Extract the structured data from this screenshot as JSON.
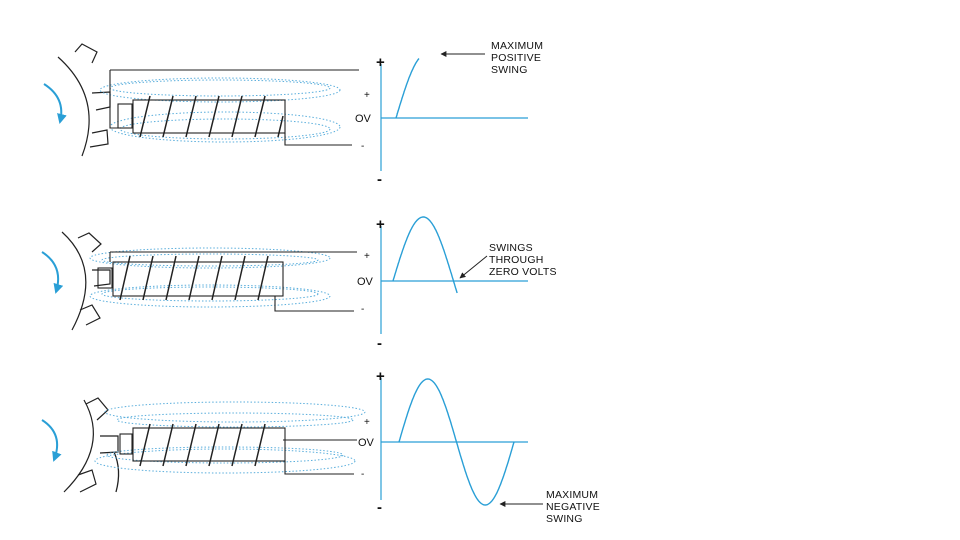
{
  "colors": {
    "wave": "#2a9fd6",
    "field": "#5aaedc",
    "ink": "#222222",
    "arrow": "#2a9fd6"
  },
  "panels": [
    {
      "id": "panel-1",
      "axis": {
        "plus": "+",
        "minus": "-",
        "small_plus": "+",
        "small_minus": "-",
        "zero": "OV"
      },
      "wave_end_fraction": 0.19,
      "annotation": [
        "MAXIMUM",
        "POSITIVE",
        "SWING"
      ]
    },
    {
      "id": "panel-2",
      "axis": {
        "plus": "+",
        "minus": "-",
        "small_plus": "+",
        "small_minus": "-",
        "zero": "OV"
      },
      "wave_end_fraction": 0.53,
      "annotation": [
        "SWINGS",
        "THROUGH",
        "ZERO VOLTS"
      ]
    },
    {
      "id": "panel-3",
      "axis": {
        "plus": "+",
        "minus": "-",
        "small_plus": "+",
        "small_minus": "-",
        "zero": "OV"
      },
      "wave_end_fraction": 1.0,
      "annotation": [
        "MAXIMUM",
        "NEGATIVE",
        "SWING"
      ]
    }
  ]
}
